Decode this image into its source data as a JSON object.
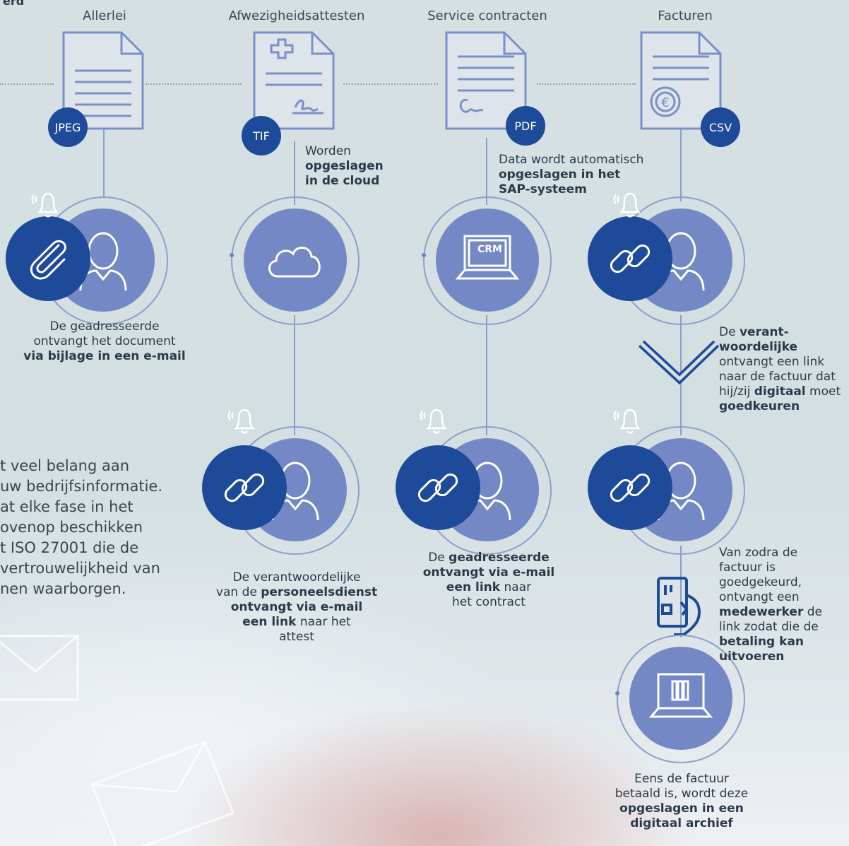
{
  "top_left_fragment": "erd",
  "columns": [
    {
      "title": "Allerlei",
      "format": "JPEG"
    },
    {
      "title": "Afwezigheidsattesten",
      "format": "TIF"
    },
    {
      "title": "Service contracten",
      "format": "PDF"
    },
    {
      "title": "Facturen",
      "format": "CSV"
    }
  ],
  "col1": {
    "caption": [
      "De geadresseerde",
      "ontvangt het document"
    ],
    "caption_bold": "via bijlage in een e-mail"
  },
  "col2": {
    "cloud_note": [
      "Worden"
    ],
    "cloud_note_bold": [
      "opgeslagen",
      "in de cloud"
    ],
    "caption_1": "De verantwoordelijke",
    "caption_2_pre": "van de ",
    "caption_2_bold": "personeelsdienst",
    "caption_3_bold": "ontvangt via e-mail",
    "caption_4_bold": "een link",
    "caption_4_post": " naar het",
    "caption_5": "attest"
  },
  "col3": {
    "sap_note": "Data wordt automatisch",
    "sap_note_bold": [
      "opgeslagen in het",
      "SAP-systeem"
    ],
    "crm_label": "CRM",
    "caption_1_pre": "De ",
    "caption_1_bold": "geadresseerde",
    "caption_2_bold": "ontvangt via e-mail",
    "caption_3_bold": "een link",
    "caption_3_post": " naar",
    "caption_4": "het contract"
  },
  "col4": {
    "approve_1_pre": "De ",
    "approve_1_bold": "verant-",
    "approve_2_bold": "woordelijke",
    "approve_3": "ontvangt een link",
    "approve_4": "naar de factuur dat",
    "approve_5_pre": "hij/zij ",
    "approve_5_bold": "digitaal",
    "approve_5_post": " moet",
    "approve_6_bold": "goedkeuren",
    "pay_1": "Van zodra de",
    "pay_2": "factuur is",
    "pay_3": "goedgekeurd,",
    "pay_4": "ontvangt een",
    "pay_5_bold": "medewerker",
    "pay_5_post": " de",
    "pay_6": "link zodat die de",
    "pay_7_bold": "betaling kan",
    "pay_8_bold": "uitvoeren",
    "archive_1": "Eens de factuur",
    "archive_2": "betaald is, wordt deze",
    "archive_3_bold": "opgeslagen in een",
    "archive_4_bold": "digitaal archief"
  },
  "paragraph": [
    "t veel belang aan",
    "uw bedrijfsinformatie.",
    "at elke fase in het",
    "ovenop beschikken",
    "t ISO 27001 die de",
    "vertrouwelijkheid van",
    "nen waarborgen."
  ],
  "colors": {
    "navy": "#1d4a99",
    "medium_blue": "#7388c5",
    "line": "#8a9ecb",
    "doc_stroke": "#7b90c8"
  }
}
